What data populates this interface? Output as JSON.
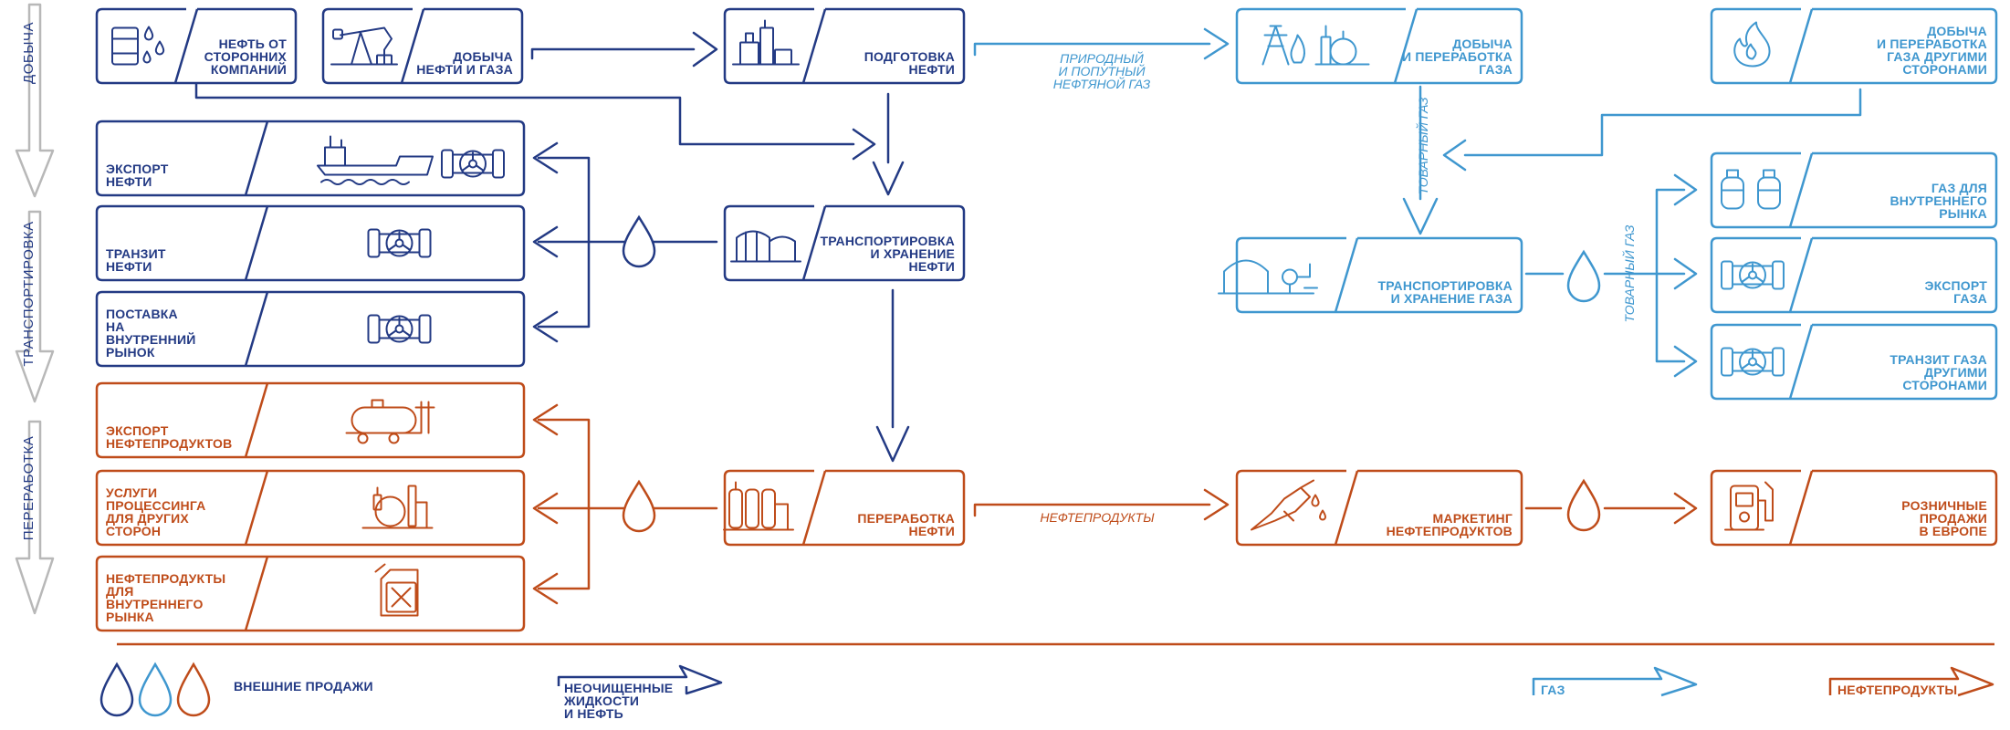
{
  "colors": {
    "oil": "#233a84",
    "gas": "#3f97cf",
    "product": "#bf4c1a",
    "stage": "#b8b8b8"
  },
  "stages": [
    {
      "id": "extraction",
      "label": "ДОБЫЧА"
    },
    {
      "id": "transport",
      "label": "ТРАНСПОРТИРОВКА"
    },
    {
      "id": "processing",
      "label": "ПЕРЕРАБОТКА"
    }
  ],
  "nodes": [
    {
      "id": "third-party-oil",
      "color": "oil",
      "icon": "oil-barrel-icon",
      "lines": [
        "НЕФТЬ ОТ",
        "СТОРОННИХ",
        "КОМПАНИЙ"
      ]
    },
    {
      "id": "oil-gas-production",
      "color": "oil",
      "icon": "oil-pump-icon",
      "lines": [
        "ДОБЫЧА",
        "НЕФТИ И ГАЗА"
      ]
    },
    {
      "id": "oil-preparation",
      "color": "oil",
      "icon": "oil-plant-icon",
      "lines": [
        "ПОДГОТОВКА",
        "НЕФТИ"
      ]
    },
    {
      "id": "gas-production-processing",
      "color": "gas",
      "icon": "gas-rig-icon",
      "lines": [
        "ДОБЫЧА",
        "И ПЕРЕРАБОТКА",
        "ГАЗА"
      ]
    },
    {
      "id": "gas-other-parties",
      "color": "gas",
      "icon": "flame-icon",
      "lines": [
        "ДОБЫЧА",
        "И ПЕРЕРАБОТКА",
        "ГАЗА ДРУГИМИ",
        "СТОРОНАМИ"
      ]
    },
    {
      "id": "oil-export",
      "color": "oil",
      "icon": "tanker-ship-icon",
      "lines": [
        "ЭКСПОРТ",
        "НЕФТИ"
      ]
    },
    {
      "id": "oil-transit",
      "color": "oil",
      "icon": "pipe-valve-icon",
      "lines": [
        "ТРАНЗИТ",
        "НЕФТИ"
      ]
    },
    {
      "id": "oil-domestic",
      "color": "oil",
      "icon": "pipe-valve-icon",
      "lines": [
        "ПОСТАВКА",
        "НА",
        "ВНУТРЕННИЙ",
        "РЫНОК"
      ]
    },
    {
      "id": "oil-transport-storage",
      "color": "oil",
      "icon": "oil-tank-icon",
      "lines": [
        "ТРАНСПОРТИРОВКА",
        "И ХРАНЕНИЕ",
        "НЕФТИ"
      ]
    },
    {
      "id": "gas-domestic",
      "color": "gas",
      "icon": "gas-cylinders-icon",
      "lines": [
        "ГАЗ ДЛЯ",
        "ВНУТРЕННЕГО",
        "РЫНКА"
      ]
    },
    {
      "id": "gas-export",
      "color": "gas",
      "icon": "pipe-valve-icon",
      "lines": [
        "ЭКСПОРТ",
        "ГАЗА"
      ]
    },
    {
      "id": "gas-transit-others",
      "color": "gas",
      "icon": "pipe-valve-icon",
      "lines": [
        "ТРАНЗИТ ГАЗА",
        "ДРУГИМИ",
        "СТОРОНАМИ"
      ]
    },
    {
      "id": "gas-transport-storage",
      "color": "gas",
      "icon": "gas-storage-icon",
      "lines": [
        "ТРАНСПОРТИРОВКА",
        "И ХРАНЕНИЕ ГАЗА"
      ]
    },
    {
      "id": "product-export",
      "color": "product",
      "icon": "rail-tank-icon",
      "lines": [
        "ЭКСПОРТ",
        "НЕФТЕПРОДУКТОВ"
      ]
    },
    {
      "id": "processing-services",
      "color": "product",
      "icon": "refinery-icon",
      "lines": [
        "УСЛУГИ",
        "ПРОЦЕССИНГА",
        "ДЛЯ ДРУГИХ",
        "СТОРОН"
      ]
    },
    {
      "id": "products-domestic",
      "color": "product",
      "icon": "canister-icon",
      "lines": [
        "НЕФТЕПРОДУКТЫ",
        "ДЛЯ",
        "ВНУТРЕННЕГО",
        "РЫНКА"
      ]
    },
    {
      "id": "oil-refining",
      "color": "product",
      "icon": "distillation-icon",
      "lines": [
        "ПЕРЕРАБОТКА",
        "НЕФТИ"
      ]
    },
    {
      "id": "products-marketing",
      "color": "product",
      "icon": "fuel-nozzle-icon",
      "lines": [
        "МАРКЕТИНГ",
        "НЕФТЕПРОДУКТОВ"
      ]
    },
    {
      "id": "retail-europe",
      "color": "product",
      "icon": "fuel-station-icon",
      "lines": [
        "РОЗНИЧНЫЕ",
        "ПРОДАЖИ",
        "В ЕВРОПЕ"
      ]
    }
  ],
  "flow_labels": {
    "associated_gas": [
      "ПРИРОДНЫЙ",
      "И ПОПУТНЫЙ",
      "НЕФТЯНОЙ ГАЗ"
    ],
    "commercial_gas_1": "ТОВАРНЫЙ ГАЗ",
    "commercial_gas_2": "ТОВАРНЫЙ  ГАЗ",
    "oil_products": "НЕФТЕПРОДУКТЫ"
  },
  "legend": {
    "external_sales": "ВНЕШНИЕ ПРОДАЖИ",
    "crude": [
      "НЕОЧИЩЕННЫЕ",
      "ЖИДКОСТИ",
      "И НЕФТЬ"
    ],
    "gas": "ГАЗ",
    "products": "НЕФТЕПРОДУКТЫ"
  }
}
